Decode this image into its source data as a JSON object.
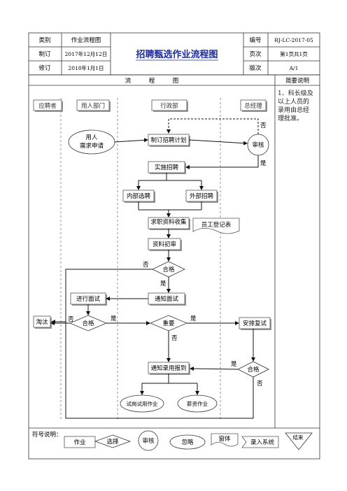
{
  "header": {
    "title": "招聘甄选作业流程图",
    "rows": [
      {
        "label": "类别",
        "value": "作业流程图",
        "right_label": "编号",
        "right_value": "RJ-LC-2017-05"
      },
      {
        "label": "制订",
        "value": "2017年12月12日",
        "right_label": "页次",
        "right_value": "第1页共1页"
      },
      {
        "label": "修订",
        "value": "2018年1月1日",
        "right_label": "版次",
        "right_value": "A/1"
      }
    ]
  },
  "columns": {
    "flow": "流　　　程　　　图",
    "notes": "简要说明"
  },
  "lanes": {
    "applicant": "应聘者",
    "dept": "用人部门",
    "admin": "行政部",
    "gm": "总经理"
  },
  "nodes": {
    "need": [
      "用人",
      "需求申请"
    ],
    "plan": "制订招聘计划",
    "review": "审核",
    "implement": "实施招聘",
    "internal": "内部选聘",
    "external": "外部招聘",
    "collect": "求职资料收集",
    "register": "员工登记表",
    "screen": "资料初审",
    "pass1": "合格",
    "notify": "通知面试",
    "interview": "进行面试",
    "pass2": "合格",
    "important": "重要",
    "second": "安排复试",
    "reject": "淘汰",
    "onboard": "通知录用报到",
    "pass3": "合格",
    "trial": "试岗试用作业",
    "salary": "薪资作业"
  },
  "edge_labels": {
    "no1": "否",
    "yes1": "是",
    "no2": "否",
    "yes2": "是",
    "no3": "否",
    "yes3": "是",
    "no4": "否",
    "yes4": "是",
    "no5": "否",
    "yes5": "是"
  },
  "note": [
    "1、科长级及",
    "以上人员的",
    "录用由总经",
    "理批准。"
  ],
  "legend": {
    "label": "符号说明：",
    "task": "作业",
    "choice": "选择",
    "review": "审核",
    "ignore": "忽略",
    "form": "窗体",
    "entry": "录入系统",
    "end": "结束"
  }
}
